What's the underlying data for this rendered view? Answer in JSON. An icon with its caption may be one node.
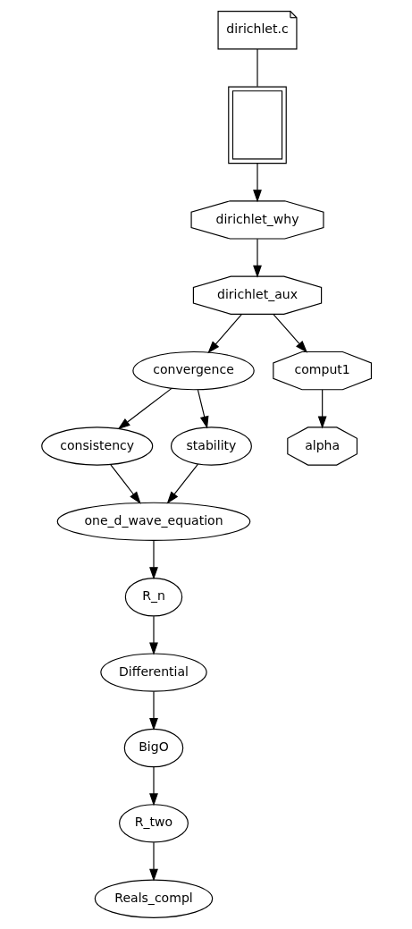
{
  "diagram": {
    "nodes": [
      {
        "text": [
          "dirichlet.c"
        ]
      },
      {
        "text": [],
        "shape": "box"
      },
      {
        "text": [
          "dirichlet_why"
        ]
      },
      {
        "text": [
          "dirichlet_aux"
        ]
      },
      {
        "text": [
          "convergence"
        ]
      },
      {
        "text": [
          "comput1"
        ]
      },
      {
        "text": [
          "consistency"
        ]
      },
      {
        "text": [
          "stability"
        ]
      },
      {
        "text": [
          "alpha"
        ]
      },
      {
        "text": [
          "one_d_wave_equation"
        ]
      },
      {
        "text": [
          "R_n"
        ]
      },
      {
        "text": [
          "Differential"
        ]
      },
      {
        "text": [
          "BigO"
        ]
      },
      {
        "text": [
          "R_two"
        ]
      },
      {
        "text": [
          "Reals_compl"
        ]
      }
    ],
    "edges": [
      {
        "from": 0,
        "to": 1,
        "arrow": "none"
      },
      {
        "from": 1,
        "to": 2,
        "arrow": "to"
      },
      {
        "from": 2,
        "to": 3,
        "arrow": "to"
      },
      {
        "from": 3,
        "to": 4,
        "arrow": "to"
      },
      {
        "from": 3,
        "to": 5,
        "arrow": "to"
      },
      {
        "from": 4,
        "to": 6,
        "arrow": "to"
      },
      {
        "from": 4,
        "to": 7,
        "arrow": "to"
      },
      {
        "from": 5,
        "to": 8,
        "arrow": "to"
      },
      {
        "from": 6,
        "to": 9,
        "arrow": "to"
      },
      {
        "from": 7,
        "to": 9,
        "arrow": "to"
      },
      {
        "from": 9,
        "to": 10,
        "arrow": "to"
      },
      {
        "from": 10,
        "to": 11,
        "arrow": "to"
      },
      {
        "from": 11,
        "to": 12,
        "arrow": "to"
      },
      {
        "from": 12,
        "to": 13,
        "arrow": "to"
      },
      {
        "from": 13,
        "to": 14,
        "arrow": "to"
      }
    ]
  }
}
